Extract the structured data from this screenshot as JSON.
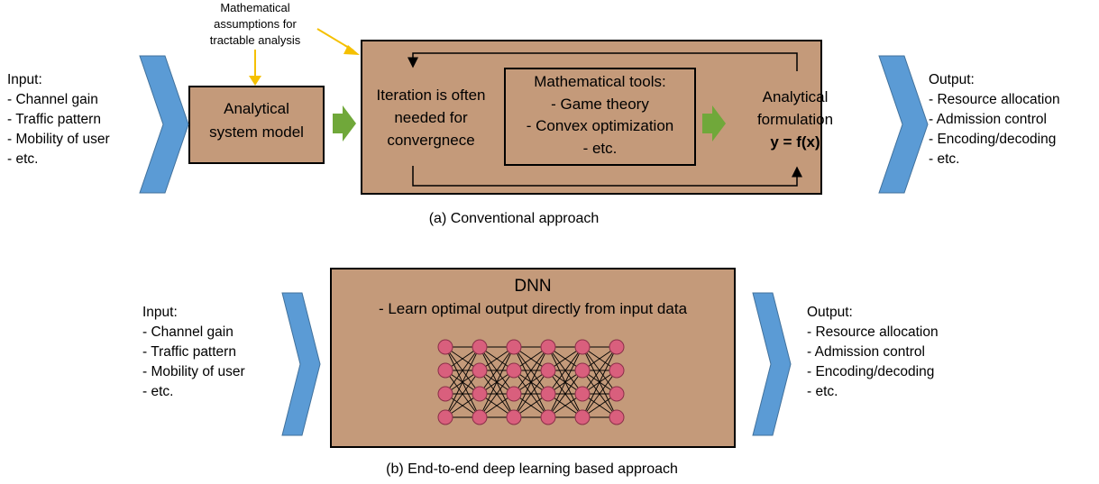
{
  "conventional": {
    "input_title": "Input:",
    "inputs": [
      "- Channel gain",
      "- Traffic pattern",
      "- Mobility of user",
      "- etc."
    ],
    "assumption_lines": [
      "Mathematical",
      "assumptions for",
      "tractable analysis"
    ],
    "system_model_lines": [
      "Analytical",
      "system model"
    ],
    "iteration_lines": [
      "Iteration is often",
      "needed for",
      "convergnece"
    ],
    "tools_lines": [
      "Mathematical tools:",
      "- Game theory",
      "- Convex optimization",
      "- etc."
    ],
    "formulation_lines": [
      "Analytical",
      "formulation"
    ],
    "formulation_equation": "y = f(x)",
    "output_title": "Output:",
    "outputs": [
      "- Resource allocation",
      "- Admission control",
      "- Encoding/decoding",
      "- etc."
    ],
    "caption": "(a) Conventional approach"
  },
  "deep_learning": {
    "input_title": "Input:",
    "inputs": [
      "- Channel gain",
      "- Traffic pattern",
      "- Mobility of user",
      "- etc."
    ],
    "dnn_title": "DNN",
    "dnn_desc": "- Learn optimal output directly from input data",
    "output_title": "Output:",
    "outputs": [
      "- Resource allocation",
      "- Admission control",
      "- Encoding/decoding",
      "- etc."
    ],
    "caption": "(b) End-to-end deep learning based approach"
  },
  "colors": {
    "box_fill": "#c49a7a",
    "chevron_fill": "#5b9bd5",
    "arrow_green": "#70a83a",
    "arrow_yellow": "#f5c000",
    "node_fill": "#d95f7d"
  }
}
